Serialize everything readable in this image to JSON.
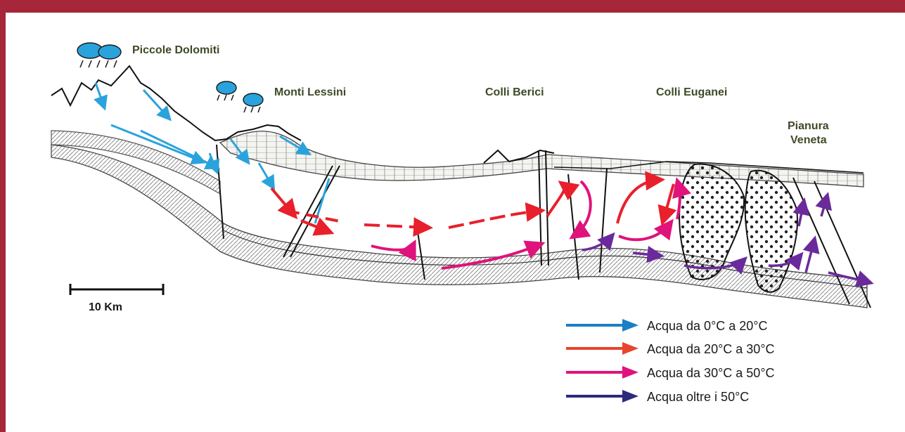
{
  "labels": {
    "piccole_dolomiti": "Piccole Dolomiti",
    "monti_lessini": "Monti Lessini",
    "colli_berici": "Colli Berici",
    "colli_euganei": "Colli Euganei",
    "pianura_line1": "Pianura",
    "pianura_line2": "Veneta"
  },
  "scale_bar": {
    "label": "10 Km"
  },
  "legend": [
    {
      "label": "Acqua da 0°C a 20°C",
      "color": "#1a7fc7"
    },
    {
      "label": "Acqua da 20°C a 30°C",
      "color": "#e8452c"
    },
    {
      "label": "Acqua da 30°C a 50°C",
      "color": "#e0127c"
    },
    {
      "label": "Acqua oltre i 50°C",
      "color": "#2e2a7c"
    }
  ],
  "colors": {
    "frame": "#a6263a",
    "cold_water": "#2aa3dc",
    "warm_water": "#e8202c",
    "hot_water": "#e0127c",
    "very_hot_water": "#6a2a9c",
    "label_text": "#3e4a26"
  },
  "icons": [
    "rain-cloud-icon",
    "rain-cloud-icon",
    "rain-cloud-icon",
    "rain-cloud-icon"
  ]
}
